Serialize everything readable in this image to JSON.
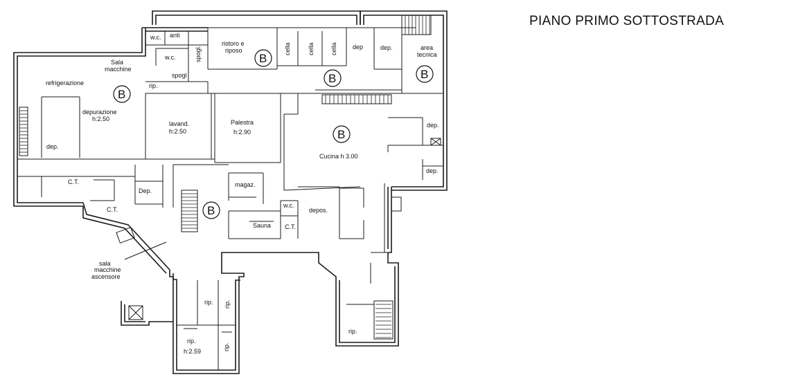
{
  "title": "PIANO PRIMO SOTTOSTRADA",
  "rooms": {
    "wc1": "w.c.",
    "anti": "anti",
    "wc2": "w.c.",
    "spogl1": "spogl.",
    "spogl2": "spogl",
    "ristoro1": "ristoro e",
    "ristoro2": "riposo",
    "cella1": "cella",
    "cella2": "cella",
    "cella3": "cella",
    "dep1": "dep",
    "dep2": "dep.",
    "area1": "area",
    "area2": "tecnica",
    "sala1": "Sala",
    "sala2": "macchine",
    "refrig": "refrigerazione",
    "rip1": "rip.",
    "depur1": "depurazione",
    "depur2": "h:2.50",
    "lavand1": "lavand.",
    "lavand2": "h:2.50",
    "palestra1": "Palestra",
    "palestra2": "h:2.90",
    "dep3": "dep.",
    "dep4": "dep.",
    "dep5": "dep.",
    "cucina": "Cucina h 3.00",
    "ct1": "C.T.",
    "depcap": "Dep.",
    "ct2": "C.T.",
    "magaz": "magaz.",
    "wc3": "w.c.",
    "depos": "depos.",
    "sauna": "Sauna",
    "ct3": "C.T.",
    "salaasc1": "sala",
    "salaasc2": "macchine",
    "salaasc3": "ascensore",
    "rip2": "rip.",
    "rip3": "rip.",
    "rip4": "rip.",
    "rip5": "h:2.59",
    "rip6": "rip.",
    "rip7": "rip."
  },
  "markers": [
    "B",
    "B",
    "B",
    "B",
    "B",
    "B"
  ]
}
